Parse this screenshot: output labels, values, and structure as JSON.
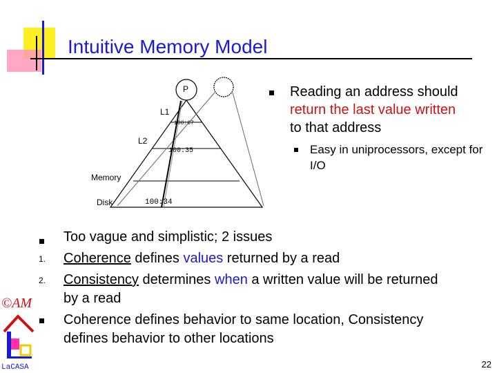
{
  "title": "Intuitive Memory Model",
  "diagram": {
    "levels": [
      "P",
      "L1",
      "L2",
      "Memory",
      "Disk"
    ],
    "values": {
      "l1": "100:67",
      "l2": "100:35",
      "disk": "100:34"
    }
  },
  "right_bullet": {
    "lead": "Reading an address should",
    "red": "return the last value written",
    "tail": "to that address",
    "sub": "Easy in uniprocessors, except for I/O"
  },
  "list": {
    "intro": "Too vague and simplistic; 2 issues",
    "item1": {
      "term": "Coherence",
      "mid": " defines ",
      "highlight": "values",
      "tail": " returned by a read"
    },
    "item2": {
      "term": "Consistency",
      "mid": " determines ",
      "highlight": "when",
      "tail": " a written value will be returned"
    },
    "item2_cont": "by a read",
    "last": "Coherence defines behavior to same location, Consistency",
    "last_cont": "defines behavior to other locations",
    "numbers": [
      "1.",
      "2."
    ]
  },
  "logo": {
    "mark": "©AM",
    "text": "LaCASA"
  },
  "page_number": "22"
}
